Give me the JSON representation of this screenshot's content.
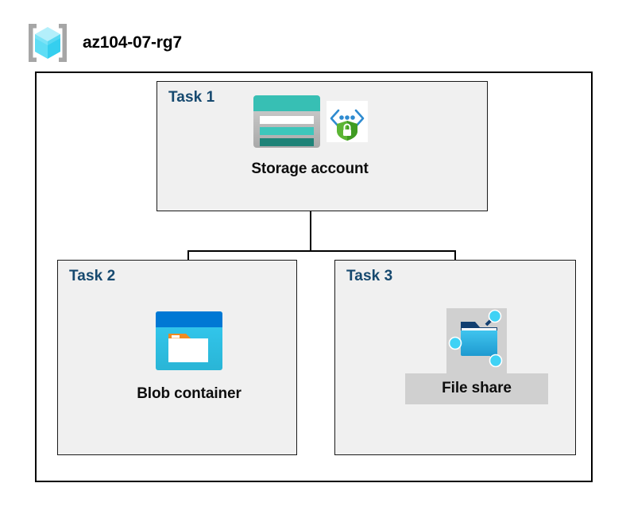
{
  "resource_group": {
    "name": "az104-07-rg7",
    "icon": "resource-group-cube-icon"
  },
  "diagram": {
    "type": "azure-architecture-diagram",
    "colors": {
      "task_label": "#16496F",
      "task_fill": "#F0F0F0",
      "border": "#000000",
      "highlight": "#D0D0D0",
      "storage_teal": "#37BFB4",
      "storage_teal_dark": "#1E8378",
      "blob_blue": "#0078D4",
      "blob_cyan": "#32C8F0",
      "fileshare_blue": "#31B6E8",
      "shield_green": "#5BB534",
      "cube_cyan": "#4FD8F5"
    }
  },
  "tasks": [
    {
      "label": "Task 1",
      "node_caption": "Storage account",
      "icons": [
        "storage-account-icon",
        "security-shield-lock-icon"
      ],
      "highlighted": false
    },
    {
      "label": "Task 2",
      "node_caption": "Blob container",
      "icons": [
        "blob-container-icon"
      ],
      "highlighted": false
    },
    {
      "label": "Task 3",
      "node_caption": "File share",
      "icons": [
        "file-share-icon"
      ],
      "highlighted": true
    }
  ],
  "connections": [
    {
      "from": "Storage account",
      "to": "Blob container"
    },
    {
      "from": "Storage account",
      "to": "File share"
    }
  ]
}
